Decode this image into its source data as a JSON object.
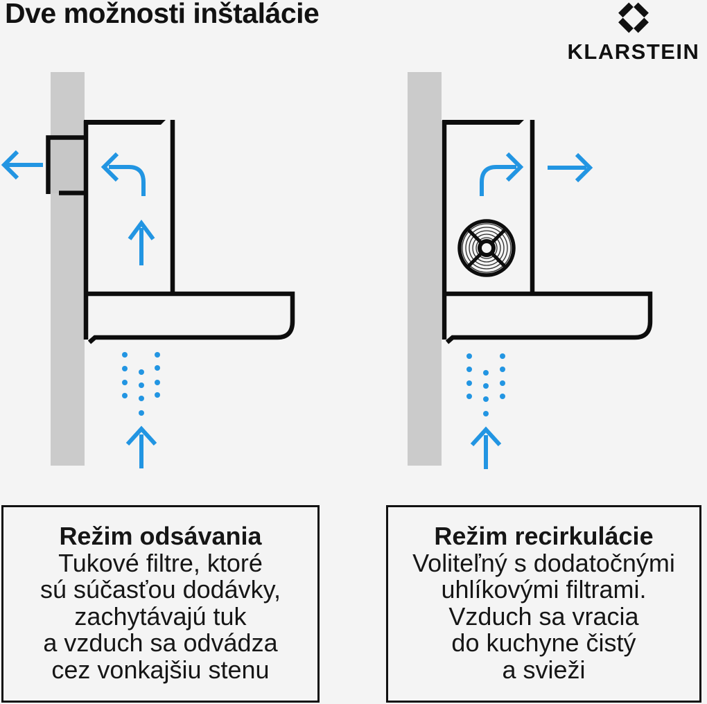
{
  "header": {
    "title": "Dve možnosti inštalácie",
    "brand_name": "KLARSTEIN",
    "brand_icon": "klarstein-diamond-icon"
  },
  "colors": {
    "background": "#f4f4f4",
    "wall_gray": "#cbcbcb",
    "line_black": "#0d0d0d",
    "accent_blue": "#2295e2",
    "text": "#161616"
  },
  "diagrams": {
    "extraction": {
      "icons": [
        "wall",
        "wall-duct",
        "hood-chimney",
        "hood-canopy",
        "exhaust-arrow-left",
        "curved-airflow-arrow",
        "chimney-airflow-arrow",
        "steam-dots",
        "intake-arrow-up"
      ]
    },
    "recirculation": {
      "icons": [
        "wall",
        "hood-chimney",
        "hood-canopy",
        "fan",
        "curved-airflow-arrow",
        "outflow-arrow-right",
        "steam-dots",
        "intake-arrow-up"
      ]
    }
  },
  "captions": {
    "extraction": {
      "title": "Režim odsávania",
      "lines": [
        "Tukové filtre, ktoré",
        "sú súčasťou dodávky,",
        "zachytávajú tuk",
        "a vzduch sa odvádza",
        "cez vonkajšiu stenu"
      ]
    },
    "recirculation": {
      "title": "Režim recirkulácie",
      "lines": [
        "Voliteľný s dodatočnými",
        "uhlíkovými filtrami.",
        "Vzduch sa vracia",
        "do kuchyne čistý",
        "a svieži"
      ]
    }
  }
}
